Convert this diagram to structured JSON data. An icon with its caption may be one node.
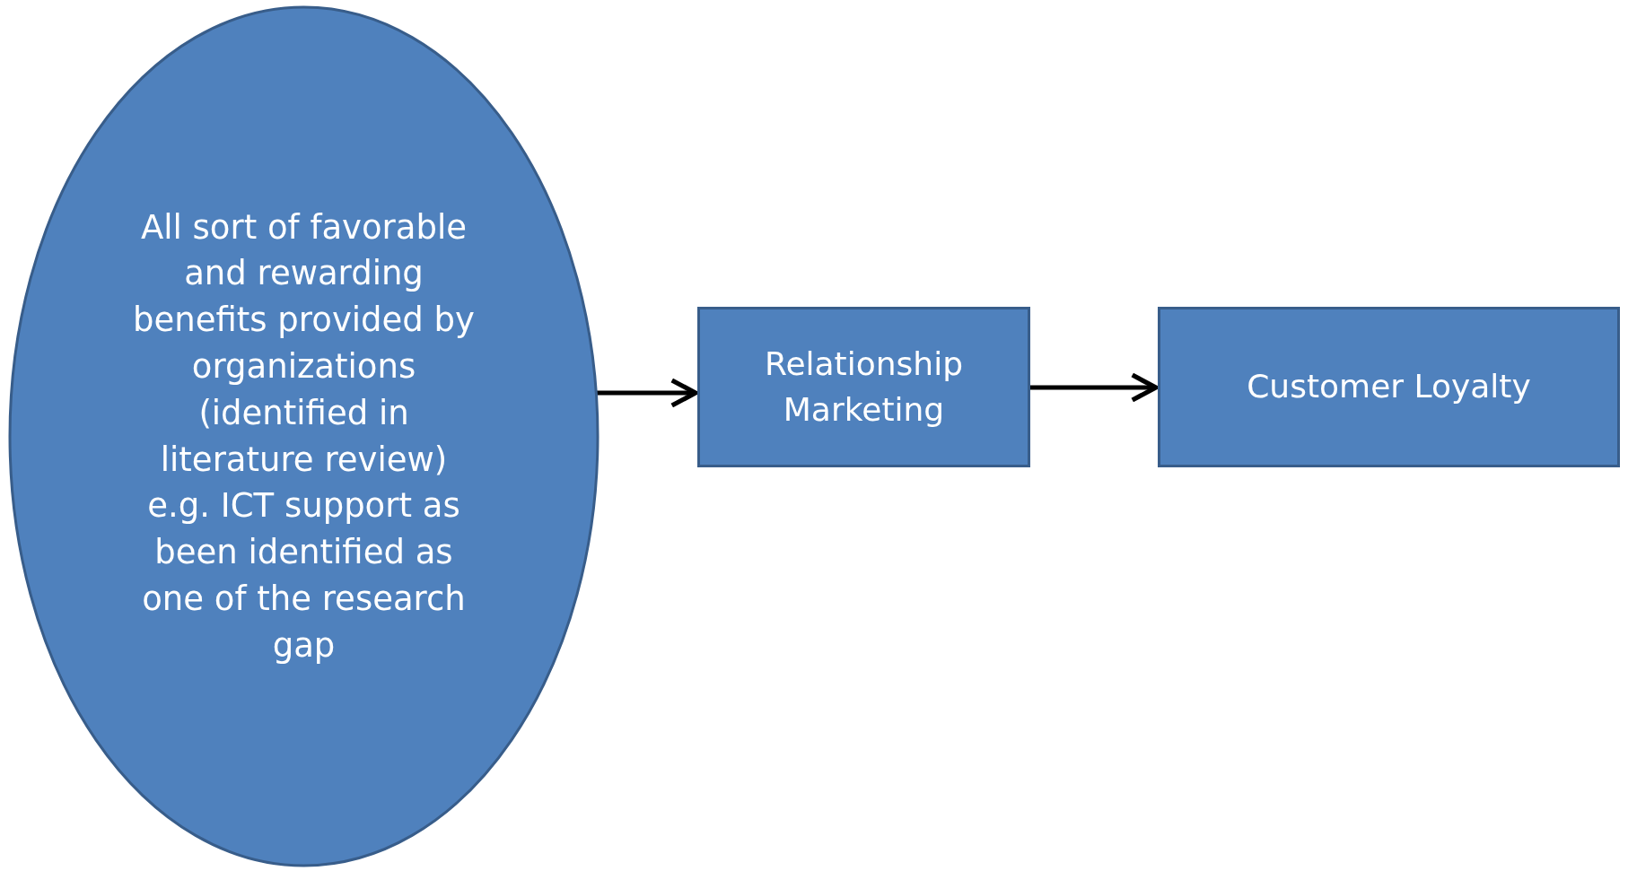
{
  "diagram": {
    "nodes": [
      {
        "text": [
          "All sort of favorable and rewarding benefits provided by organizations (identified in literature review) e.g. ICT support as been identified as one of the research gap"
        ]
      },
      {
        "text": [
          "Relationship Marketing"
        ]
      },
      {
        "text": [
          "Customer Loyalty"
        ]
      }
    ],
    "edges": [
      {
        "from": 0,
        "to": 1,
        "arrow": "to"
      },
      {
        "from": 1,
        "to": 2,
        "arrow": "to"
      }
    ]
  }
}
